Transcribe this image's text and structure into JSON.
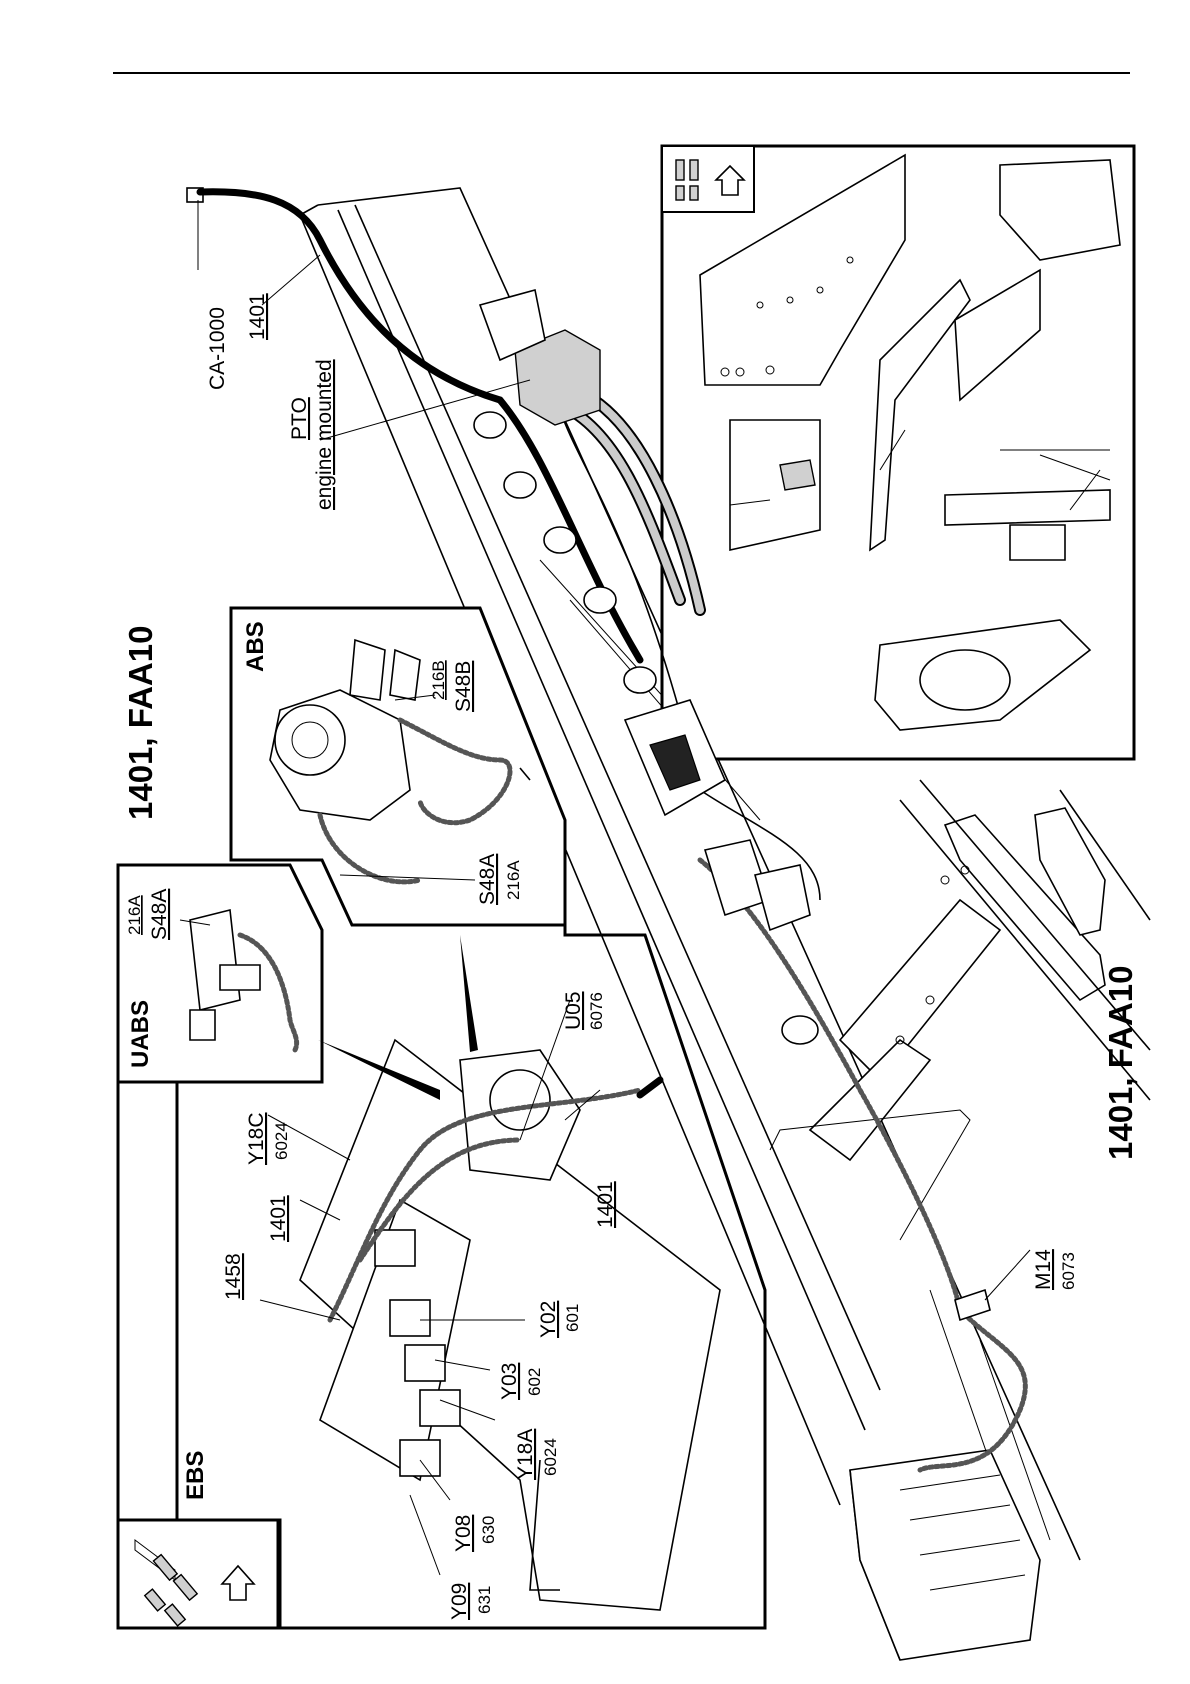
{
  "title_main": {
    "line1": "1401, ",
    "line1_code": "FAA10"
  },
  "title_right": {
    "line1": "1401, ",
    "line1_code": "FAA10"
  },
  "insets": {
    "abs": "ABS",
    "uabs": "UABS",
    "ebs": "EBS"
  },
  "labels": {
    "ca1000": "CA-1000",
    "harness_1401_top": "1401",
    "pto_line1": "PTO",
    "pto_line2": "engine mounted",
    "abs_216b": "216B",
    "abs_s48b": "S48B",
    "abs_s48a": "S48A",
    "abs_216a": "216A",
    "uabs_216a": "216A",
    "uabs_s48a": "S48A",
    "u05": "U05",
    "u05_code": "6076",
    "y18c": "Y18C",
    "y18c_code": "6024",
    "harness_1401_left": "1401",
    "harness_1401_mid": "1401",
    "harness_1458": "1458",
    "y02": "Y02",
    "y02_code": "601",
    "y03": "Y03",
    "y03_code": "602",
    "y18a": "Y18A",
    "y18a_code": "6024",
    "y08": "Y08",
    "y08_code": "630",
    "y09": "Y09",
    "y09_code": "631",
    "m14": "M14",
    "m14_code": "6073"
  },
  "icons": [
    "direction-arrow-icon",
    "truck-orientation-icon"
  ]
}
